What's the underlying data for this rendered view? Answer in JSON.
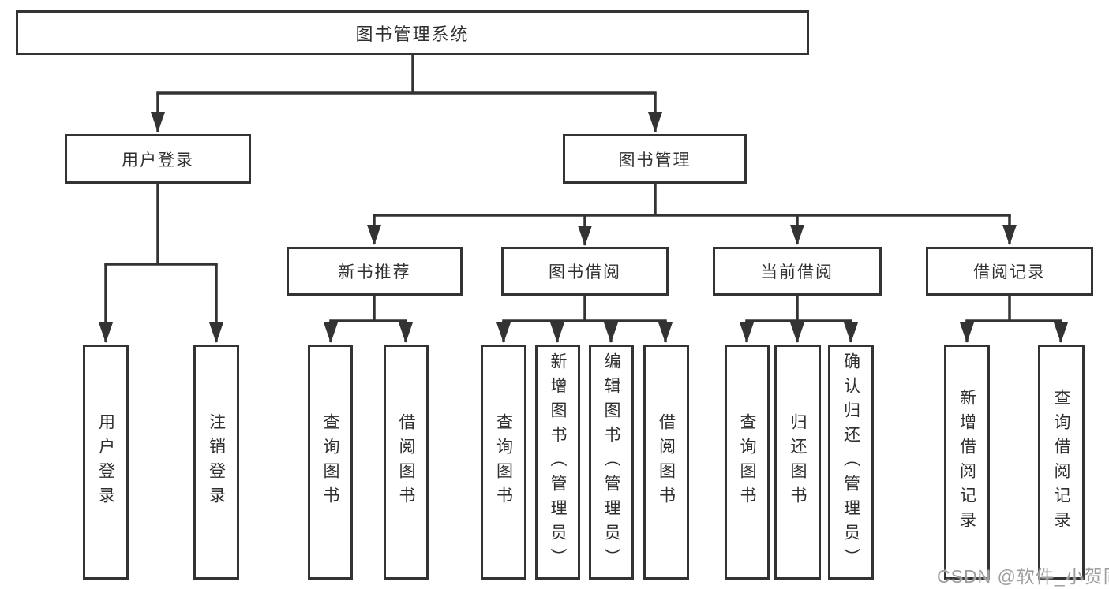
{
  "diagram": {
    "type": "hierarchy-tree",
    "background": "#ffffff",
    "line_color": "#333333",
    "text_color": "#2f2f2f",
    "box_fill": "#ffffff",
    "watermark_color": "#9e9e9e"
  },
  "tree": {
    "label": "图书管理系统",
    "children": [
      {
        "label": "用户登录",
        "children": [
          {
            "label": "用户登录"
          },
          {
            "label": "注销登录"
          }
        ]
      },
      {
        "label": "图书管理",
        "children": [
          {
            "label": "新书推荐",
            "children": [
              {
                "label": "查询图书"
              },
              {
                "label": "借阅图书"
              }
            ]
          },
          {
            "label": "图书借阅",
            "children": [
              {
                "label": "查询图书"
              },
              {
                "label": "新增图书（管理员）"
              },
              {
                "label": "编辑图书（管理员）"
              },
              {
                "label": "借阅图书"
              }
            ]
          },
          {
            "label": "当前借阅",
            "children": [
              {
                "label": "查询图书"
              },
              {
                "label": "归还图书"
              },
              {
                "label": "确认归还（管理员）"
              }
            ]
          },
          {
            "label": "借阅记录",
            "children": [
              {
                "label": "新增借阅记录"
              },
              {
                "label": "查询借阅记录"
              }
            ]
          }
        ]
      }
    ]
  },
  "watermark": "CSDN @软件_小贺同学"
}
